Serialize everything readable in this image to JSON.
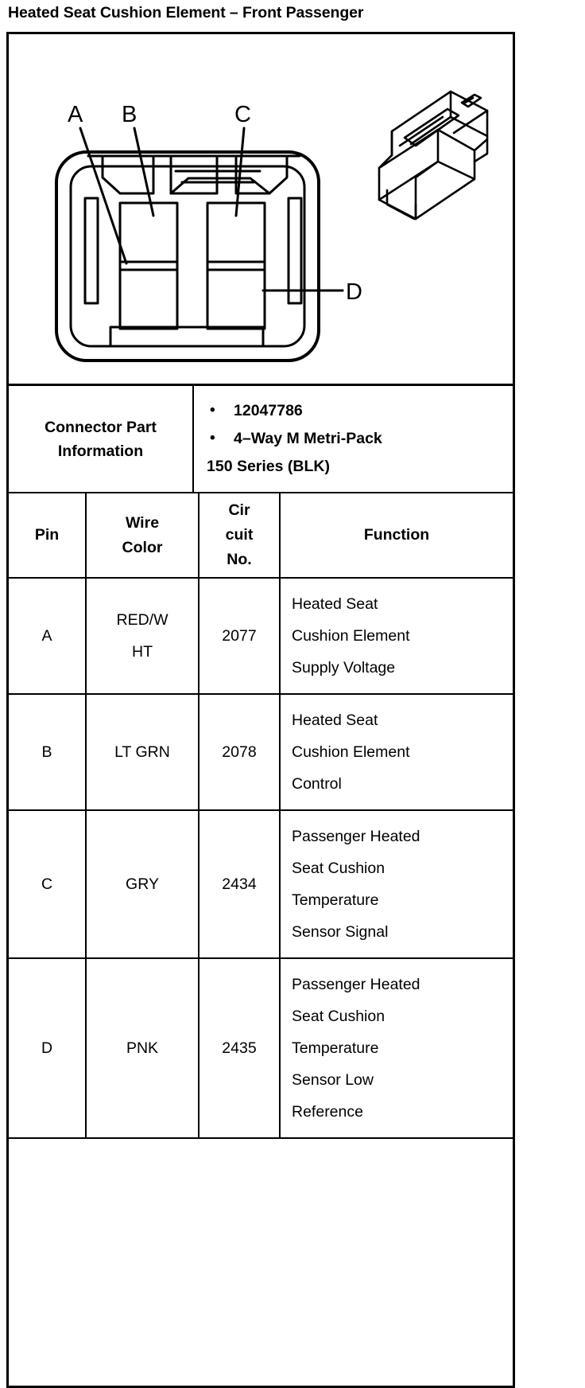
{
  "document": {
    "title": "Heated Seat Cushion Element – Front Passenger"
  },
  "illustration": {
    "name": "connector-face-view-diagram",
    "callouts": [
      {
        "label": "A",
        "cavity": "bottom-left"
      },
      {
        "label": "B",
        "cavity": "top-left"
      },
      {
        "label": "C",
        "cavity": "top-right"
      },
      {
        "label": "D",
        "cavity": "bottom-right"
      }
    ],
    "inset_name": "connector-isometric-view"
  },
  "connector_part_information": {
    "label_line1": "Connector Part",
    "label_line2": "Information",
    "bullets": [
      "12047786",
      "4–Way M Metri-Pack"
    ],
    "continuation": "150 Series (BLK)"
  },
  "pin_table": {
    "headers": {
      "pin": "Pin",
      "wire_color_line1": "Wire",
      "wire_color_line2": "Color",
      "circuit_line1": "Cir",
      "circuit_line2": "cuit",
      "circuit_line3": "No.",
      "function": "Function"
    },
    "rows": [
      {
        "pin": "A",
        "wire_color_lines": [
          "RED/W",
          "HT"
        ],
        "circuit_no": "2077",
        "function_lines": [
          "Heated Seat",
          "Cushion Element",
          "Supply Voltage"
        ]
      },
      {
        "pin": "B",
        "wire_color_lines": [
          "LT GRN"
        ],
        "circuit_no": "2078",
        "function_lines": [
          "Heated Seat",
          "Cushion Element",
          "Control"
        ]
      },
      {
        "pin": "C",
        "wire_color_lines": [
          "GRY"
        ],
        "circuit_no": "2434",
        "function_lines": [
          "Passenger Heated",
          "Seat Cushion",
          "Temperature",
          "Sensor Signal"
        ]
      },
      {
        "pin": "D",
        "wire_color_lines": [
          "PNK"
        ],
        "circuit_no": "2435",
        "function_lines": [
          "Passenger Heated",
          "Seat Cushion",
          "Temperature",
          "Sensor Low",
          "Reference"
        ]
      }
    ]
  }
}
